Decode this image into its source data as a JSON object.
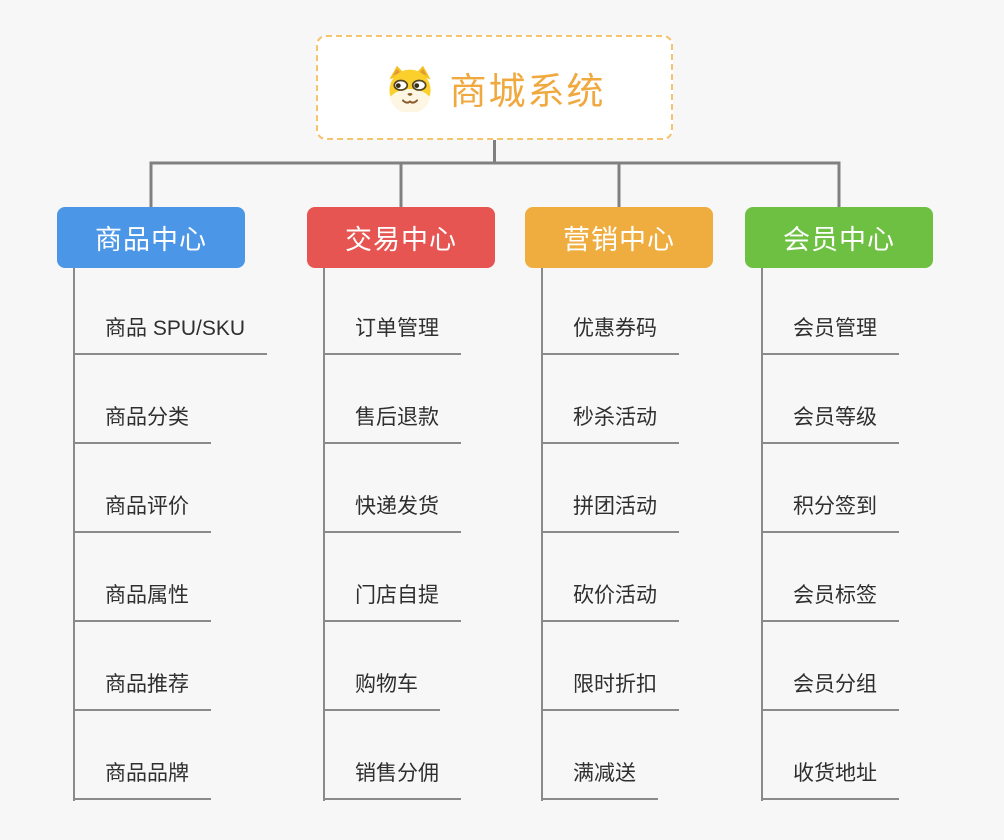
{
  "root": {
    "title": "商城系统",
    "icon": "dog-face-icon"
  },
  "branches": [
    {
      "label": "商品中心",
      "color": "#4c96e8",
      "items": [
        "商品 SPU/SKU",
        "商品分类",
        "商品评价",
        "商品属性",
        "商品推荐",
        "商品品牌"
      ]
    },
    {
      "label": "交易中心",
      "color": "#e65551",
      "items": [
        "订单管理",
        "售后退款",
        "快递发货",
        "门店自提",
        "购物车",
        "销售分佣"
      ]
    },
    {
      "label": "营销中心",
      "color": "#efad3f",
      "items": [
        "优惠券码",
        "秒杀活动",
        "拼团活动",
        "砍价活动",
        "限时折扣",
        "满减送"
      ]
    },
    {
      "label": "会员中心",
      "color": "#6ec043",
      "items": [
        "会员管理",
        "会员等级",
        "积分签到",
        "会员标签",
        "会员分组",
        "收货地址"
      ]
    }
  ],
  "colors": {
    "background": "#f7f7f7",
    "connector": "#808080",
    "leaf_line": "#8a8a8a",
    "leaf_text": "#2f2f2f",
    "root_border": "#f6c36e",
    "root_text": "#f0a93f"
  }
}
